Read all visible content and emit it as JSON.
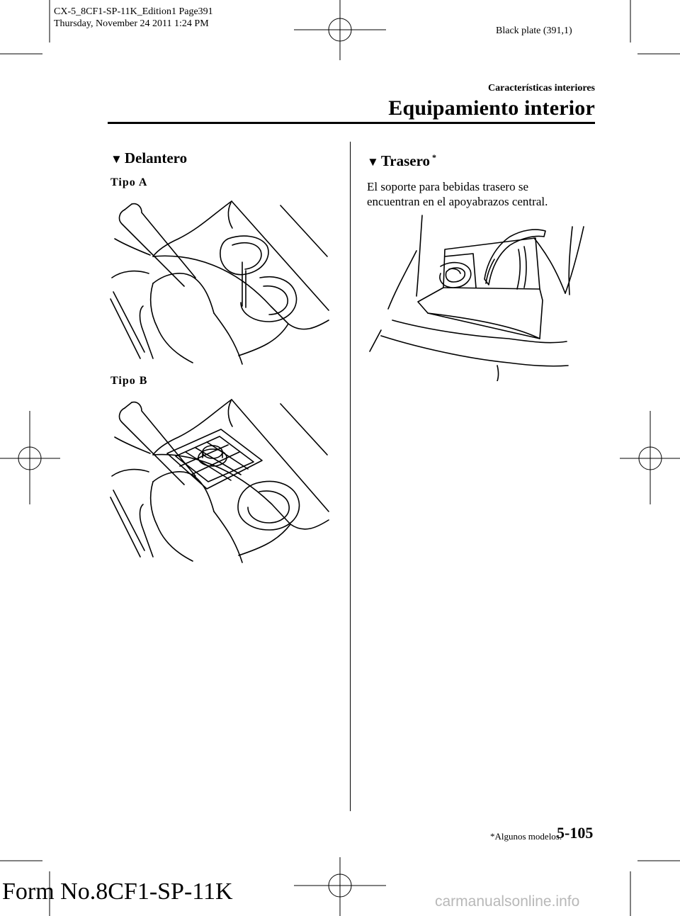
{
  "header": {
    "meta_line1": "CX-5_8CF1-SP-11K_Edition1 Page391",
    "meta_line2": "Thursday, November 24 2011 1:24 PM",
    "plate": "Black plate (391,1)",
    "section_small": "Características interiores",
    "section_title": "Equipamiento interior"
  },
  "left_column": {
    "heading_marker": "▼",
    "heading": "Delantero",
    "figure_a_label": "Tipo A",
    "figure_b_label": "Tipo B"
  },
  "right_column": {
    "heading_marker": "▼",
    "heading": "Trasero",
    "heading_asterisk": "*",
    "paragraph_line1": "El soporte para bebidas trasero se",
    "paragraph_line2": "encuentran en el apoyabrazos central."
  },
  "footer": {
    "footnote_asterisk": "*",
    "footnote": "Algunos modelos.",
    "page_number": "5-105",
    "form_number": "Form No.8CF1-SP-11K",
    "watermark": "carmanualsonline.info"
  }
}
